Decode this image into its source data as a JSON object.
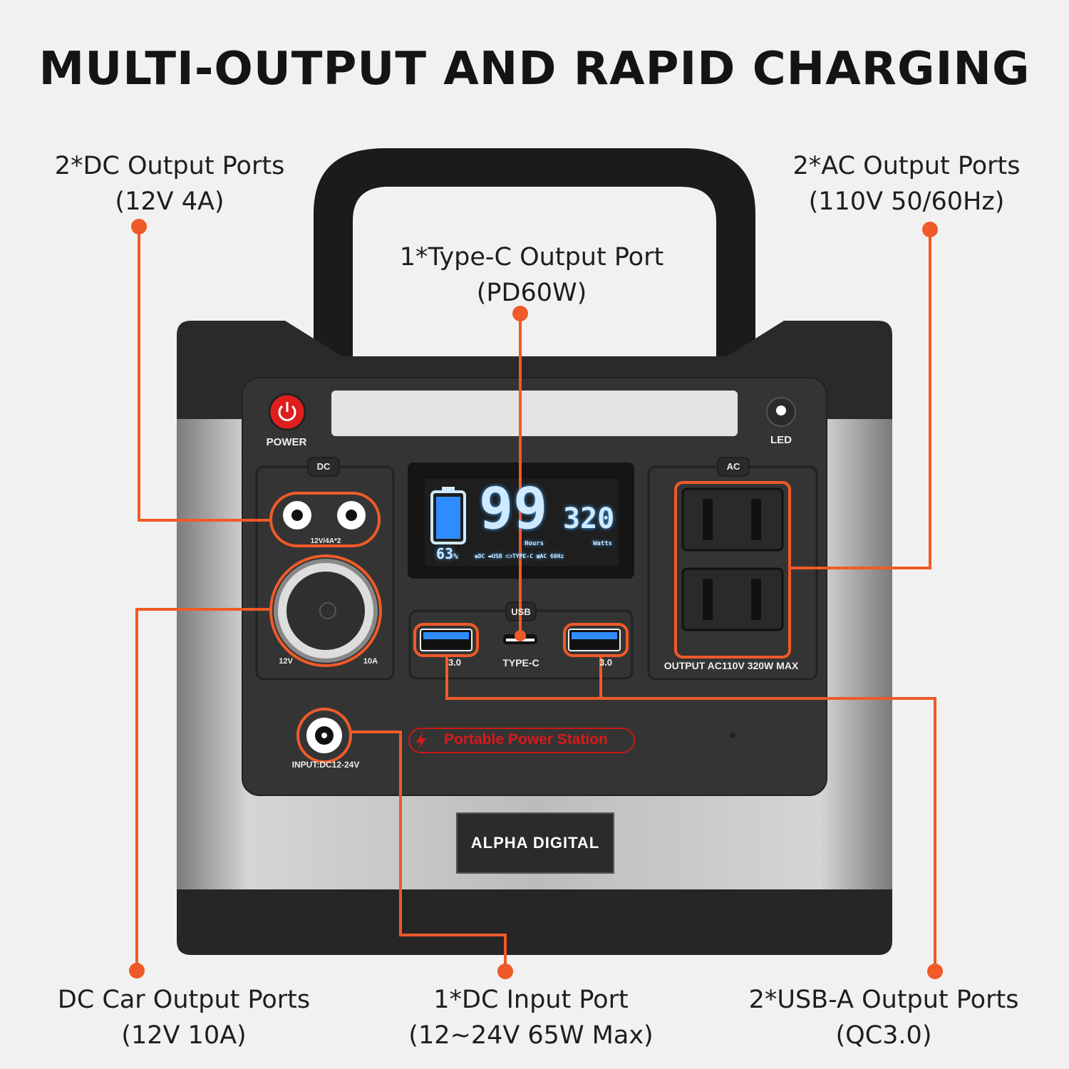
{
  "title": "MULTI-OUTPUT AND RAPID CHARGING",
  "callouts": {
    "dc_output": {
      "line1": "2*DC Output Ports",
      "line2": "(12V 4A)"
    },
    "ac_output": {
      "line1": "2*AC Output Ports",
      "line2": "(110V 50/60Hz)"
    },
    "typec_output": {
      "line1": "1*Type-C Output Port",
      "line2": "(PD60W)"
    },
    "car_output": {
      "line1": "DC Car Output Ports",
      "line2": "(12V 10A)"
    },
    "dc_input": {
      "line1": "1*DC Input Port",
      "line2": "(12~24V 65W Max)"
    },
    "usba_output": {
      "line1": "2*USB-A Output Ports",
      "line2": "(QC3.0)"
    }
  },
  "device": {
    "power_label": "POWER",
    "led_label": "LED",
    "dc_tag": "DC",
    "ac_tag": "AC",
    "usb_tag": "USB",
    "dc_ports_label": "12V/4A*2",
    "car_left": "12V",
    "car_right": "10A",
    "usb_left": "3.0",
    "usb_right": "3.0",
    "typec_label": "TYPE-C",
    "ac_label": "OUTPUT AC110V 320W MAX",
    "input_label": "INPUT:DC12-24V",
    "tagline": "Portable Power Station",
    "brand": "ALPHA DIGITAL",
    "display": {
      "battery_percent": "63",
      "percent_sign": "%",
      "hours": "99",
      "hours_label": "Hours",
      "watts": "320",
      "watts_label": "Watts",
      "indicators": "◉DC ▬USB ⊂⊃TYPE-C ▣AC 60Hz"
    }
  },
  "colors": {
    "accent": "#f05a28",
    "panel": "#333333",
    "body_dark": "#2a2a2a",
    "lcd_blue": "#2f8cff",
    "power_red": "#e01e1e"
  }
}
